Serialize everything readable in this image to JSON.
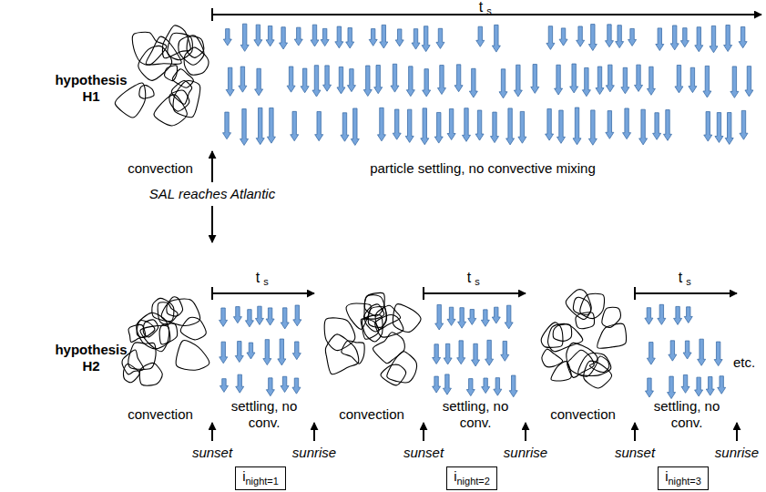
{
  "diagram": {
    "nodes": [
      {
        "text": [
          "i",
          "night=1"
        ]
      },
      {
        "text": [
          "i",
          "night=2"
        ]
      },
      {
        "text": [
          "i",
          "night=3"
        ]
      }
    ],
    "labels": [
      "t",
      "s",
      "hypothesis H1",
      "convection",
      "SAL reaches Atlantic",
      "particle settling, no convective mixing",
      "hypothesis H2",
      "t",
      "s",
      "t",
      "s",
      "t",
      "s",
      "convection",
      "settling, no conv.",
      "sunset",
      "sunrise",
      "convection",
      "settling, no conv.",
      "sunset",
      "sunrise",
      "convection",
      "settling, no conv.",
      "sunset",
      "sunrise",
      "etc."
    ]
  }
}
